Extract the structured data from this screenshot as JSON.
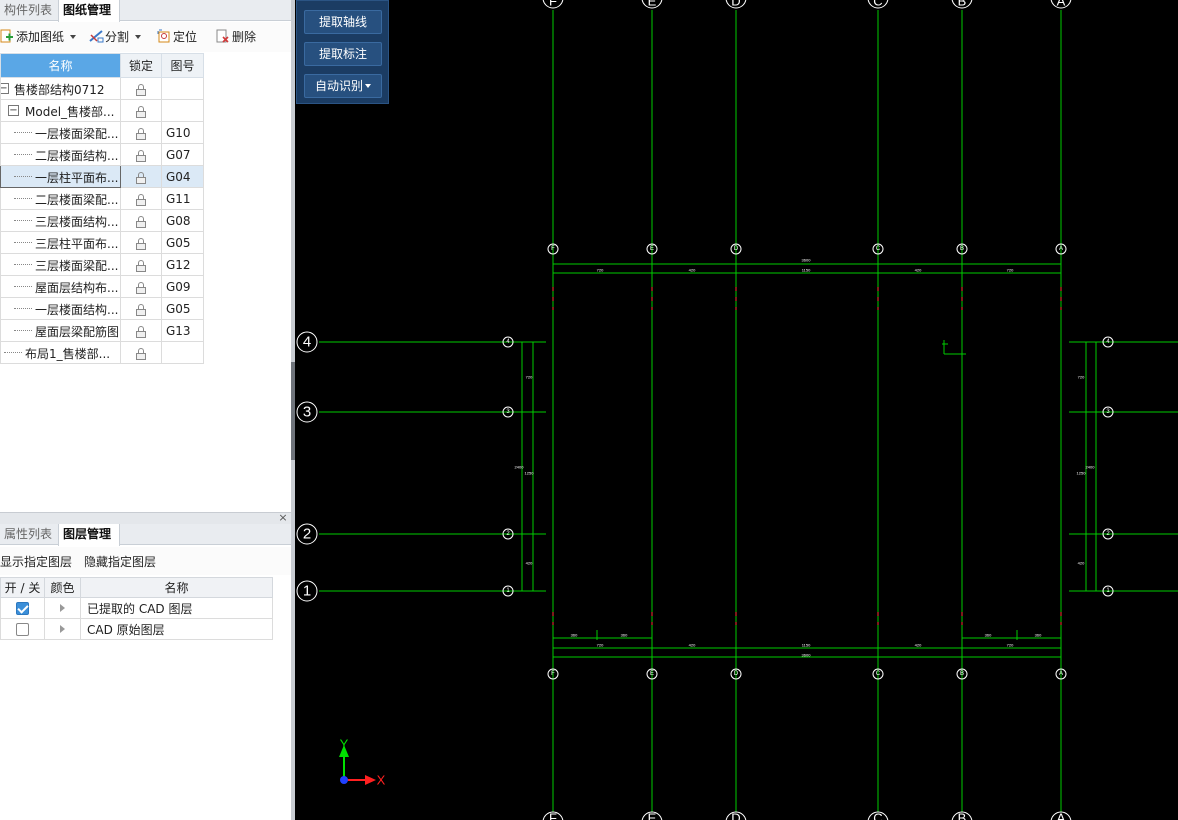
{
  "left_panel": {
    "top_tabs": [
      {
        "label": "构件列表",
        "active": false
      },
      {
        "label": "图纸管理",
        "active": true
      }
    ],
    "toolbar": {
      "add_drawing": "添加图纸",
      "split": "分割",
      "locate": "定位",
      "delete": "删除"
    },
    "drawing_table": {
      "headers": {
        "name": "名称",
        "lock": "锁定",
        "code": "图号"
      },
      "rows": [
        {
          "name": "售楼部结构0712",
          "code": "",
          "level": 0,
          "expander": "−",
          "selected": false
        },
        {
          "name": "Model_售楼部...",
          "code": "",
          "level": 1,
          "expander": "−",
          "selected": false
        },
        {
          "name": "一层楼面梁配...",
          "code": "G10",
          "level": 2,
          "selected": false
        },
        {
          "name": "二层楼面结构...",
          "code": "G07",
          "level": 2,
          "selected": false
        },
        {
          "name": "一层柱平面布...",
          "code": "G04",
          "level": 2,
          "selected": true
        },
        {
          "name": "二层楼面梁配...",
          "code": "G11",
          "level": 2,
          "selected": false
        },
        {
          "name": "三层楼面结构...",
          "code": "G08",
          "level": 2,
          "selected": false
        },
        {
          "name": "三层柱平面布...",
          "code": "G05",
          "level": 2,
          "selected": false
        },
        {
          "name": "三层楼面梁配...",
          "code": "G12",
          "level": 2,
          "selected": false
        },
        {
          "name": "屋面层结构布...",
          "code": "G09",
          "level": 2,
          "selected": false
        },
        {
          "name": "一层楼面结构...",
          "code": "G05",
          "level": 2,
          "selected": false
        },
        {
          "name": "屋面层梁配筋图",
          "code": "G13",
          "level": 2,
          "selected": false
        },
        {
          "name": "布局1_售楼部...",
          "code": "",
          "level": 1,
          "selected": false
        }
      ]
    },
    "bottom_tabs": [
      {
        "label": "属性列表",
        "active": false
      },
      {
        "label": "图层管理",
        "active": true
      }
    ],
    "layer_toolbar": {
      "show": "显示指定图层",
      "hide": "隐藏指定图层"
    },
    "layer_table": {
      "headers": {
        "toggle": "开 / 关",
        "color": "颜色",
        "name": "名称"
      },
      "rows": [
        {
          "name": "已提取的 CAD 图层",
          "checked": true
        },
        {
          "name": "CAD 原始图层",
          "checked": false
        }
      ]
    },
    "close_glyph": "×"
  },
  "cad_toolbar": {
    "extract_axis": "提取轴线",
    "extract_dim": "提取标注",
    "auto_recognize": "自动识别"
  },
  "cad_drawing": {
    "line_color": "#00cc00",
    "vertical_axes": [
      "F",
      "E",
      "D",
      "C",
      "B",
      "A"
    ],
    "horizontal_axes": [
      "4",
      "3",
      "2",
      "1"
    ],
    "ucs": {
      "x": "X",
      "y": "Y"
    }
  }
}
